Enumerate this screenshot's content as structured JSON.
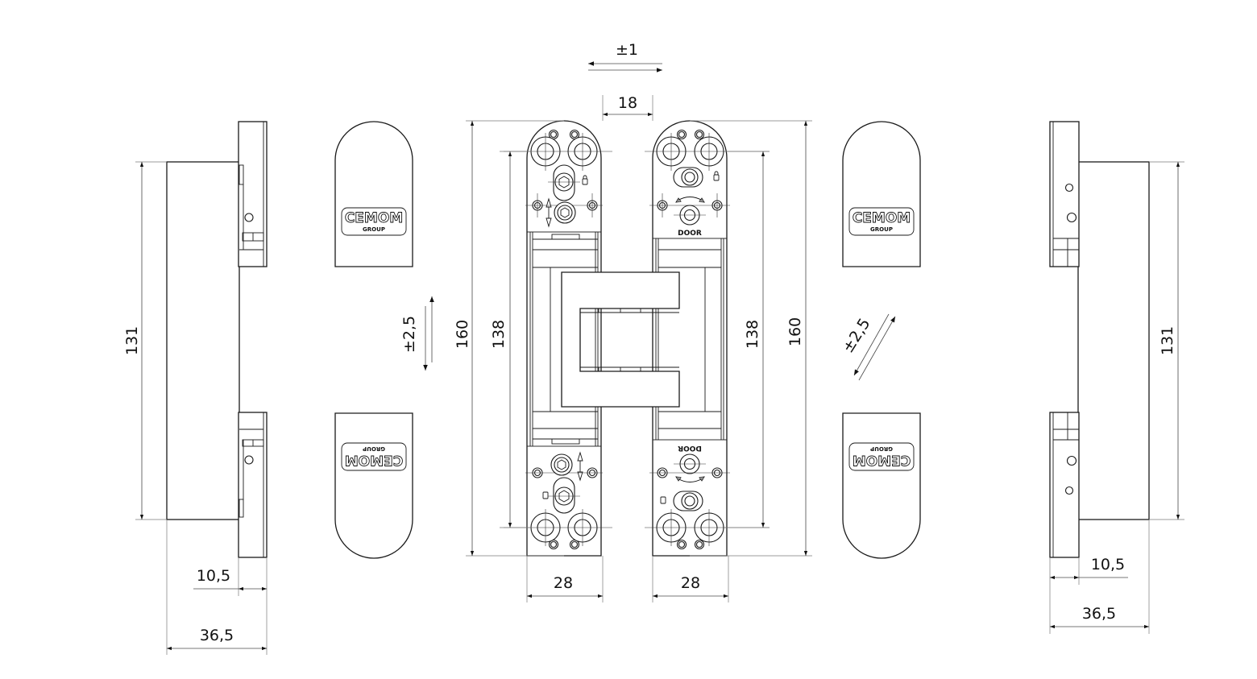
{
  "drawing": {
    "title": "Concealed 3D adjustable hinge – dimensional drawing",
    "colors": {
      "line": "#1a1a1a",
      "dimension": "#4a4a4a",
      "background": "#ffffff"
    },
    "adjustments": {
      "lateral": "±1",
      "height": "±2,5",
      "depth": "±2,5"
    },
    "dimensions": {
      "gap_between_leaves": "18",
      "leaf_width_left": "28",
      "leaf_width_right": "28",
      "total_height_left": "160",
      "total_height_right": "160",
      "hole_spacing_left": "138",
      "hole_spacing_right": "138",
      "side_body_height_left": "131",
      "side_body_height_right": "131",
      "plate_thickness_left": "10,5",
      "plate_thickness_right": "10,5",
      "total_depth_left": "36,5",
      "total_depth_right": "36,5"
    },
    "covers": {
      "brand": "CEMOM",
      "sub_brand": "GROUP"
    },
    "labels": {
      "door": "DOOR"
    },
    "icons": [
      "lock-icon",
      "vertical-adjust-icon",
      "rotate-arrows-icon"
    ]
  }
}
